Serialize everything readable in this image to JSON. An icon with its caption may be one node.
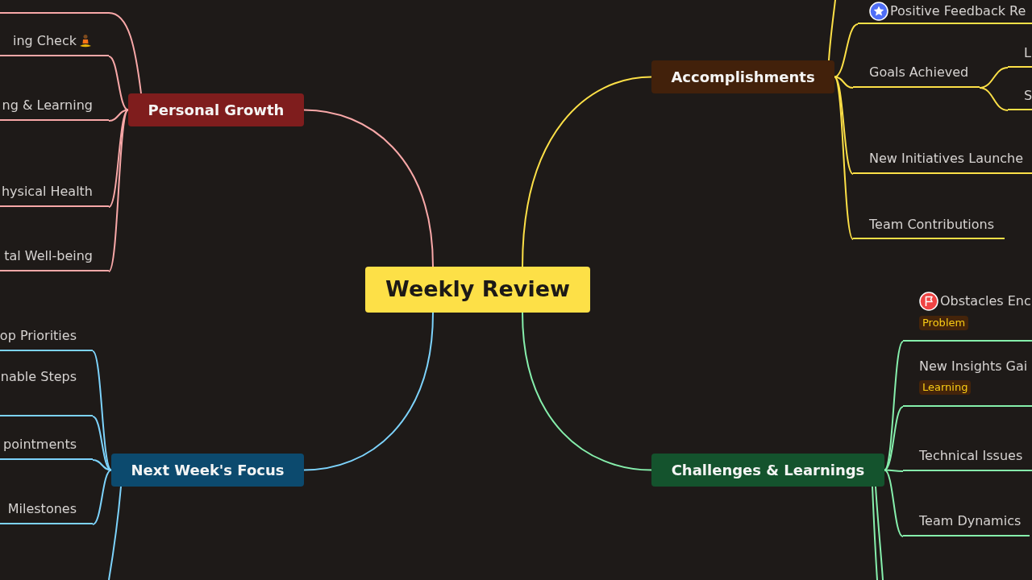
{
  "diagram": {
    "nodes": [
      {
        "text": [
          "Weekly Review"
        ]
      },
      {
        "text": [
          "Accomplishments"
        ]
      },
      {
        "text": [
          "Positive Feedback Re"
        ]
      },
      {
        "text": [
          "Goals Achieved"
        ]
      },
      {
        "text": [
          "L"
        ]
      },
      {
        "text": [
          "S"
        ]
      },
      {
        "text": [
          "New Initiatives Launche"
        ]
      },
      {
        "text": [
          "Team Contributions"
        ]
      },
      {
        "text": [
          "Personal Growth"
        ]
      },
      {
        "text": [
          "ing Check"
        ]
      },
      {
        "text": [
          "ng & Learning"
        ]
      },
      {
        "text": [
          "hysical Health"
        ]
      },
      {
        "text": [
          "tal Well-being"
        ]
      },
      {
        "text": [
          "Challenges & Learnings"
        ]
      },
      {
        "text": [
          "Obstacles Enc",
          "Problem"
        ]
      },
      {
        "text": [
          "New Insights Gai",
          "Learning"
        ]
      },
      {
        "text": [
          "Technical Issues"
        ]
      },
      {
        "text": [
          "Team Dynamics"
        ]
      },
      {
        "text": [
          "Next Week's Focus"
        ]
      },
      {
        "text": [
          "op Priorities"
        ]
      },
      {
        "text": [
          "nable Steps"
        ]
      },
      {
        "text": [
          "pointments"
        ]
      },
      {
        "text": [
          "Milestones"
        ]
      }
    ],
    "edges": [
      {
        "from": 0,
        "to": 1,
        "arrow": "none",
        "color": "#fde047"
      },
      {
        "from": 0,
        "to": 8,
        "arrow": "none",
        "color": "#f9a8a8"
      },
      {
        "from": 0,
        "to": 13,
        "arrow": "none",
        "color": "#86efac"
      },
      {
        "from": 0,
        "to": 18,
        "arrow": "none",
        "color": "#7dd3fc"
      },
      {
        "from": 1,
        "to": null,
        "arrow": "none",
        "color": "#fde047"
      },
      {
        "from": 1,
        "to": 2,
        "arrow": "none",
        "color": "#fde047"
      },
      {
        "from": 1,
        "to": 3,
        "arrow": "none",
        "color": "#fde047"
      },
      {
        "from": 3,
        "to": 4,
        "arrow": "none",
        "color": "#fde047"
      },
      {
        "from": 3,
        "to": 5,
        "arrow": "none",
        "color": "#fde047"
      },
      {
        "from": 1,
        "to": 6,
        "arrow": "none",
        "color": "#fde047"
      },
      {
        "from": 1,
        "to": 7,
        "arrow": "none",
        "color": "#fde047"
      },
      {
        "from": 8,
        "to": null,
        "arrow": "none",
        "color": "#f9a8a8"
      },
      {
        "from": 8,
        "to": 9,
        "arrow": "none",
        "color": "#f9a8a8"
      },
      {
        "from": 8,
        "to": 10,
        "arrow": "none",
        "color": "#f9a8a8"
      },
      {
        "from": 8,
        "to": 11,
        "arrow": "none",
        "color": "#f9a8a8"
      },
      {
        "from": 8,
        "to": 12,
        "arrow": "none",
        "color": "#f9a8a8"
      },
      {
        "from": 13,
        "to": 14,
        "arrow": "none",
        "color": "#86efac"
      },
      {
        "from": 13,
        "to": 15,
        "arrow": "none",
        "color": "#86efac"
      },
      {
        "from": 13,
        "to": 16,
        "arrow": "none",
        "color": "#86efac"
      },
      {
        "from": 13,
        "to": 17,
        "arrow": "none",
        "color": "#86efac"
      },
      {
        "from": 13,
        "to": null,
        "arrow": "none",
        "color": "#86efac"
      },
      {
        "from": 13,
        "to": null,
        "arrow": "none",
        "color": "#86efac"
      },
      {
        "from": 18,
        "to": 19,
        "arrow": "none",
        "color": "#7dd3fc"
      },
      {
        "from": 18,
        "to": 20,
        "arrow": "none",
        "color": "#7dd3fc"
      },
      {
        "from": 18,
        "to": 21,
        "arrow": "none",
        "color": "#7dd3fc"
      },
      {
        "from": 18,
        "to": 22,
        "arrow": "none",
        "color": "#7dd3fc"
      },
      {
        "from": 18,
        "to": null,
        "arrow": "none",
        "color": "#7dd3fc"
      }
    ]
  }
}
